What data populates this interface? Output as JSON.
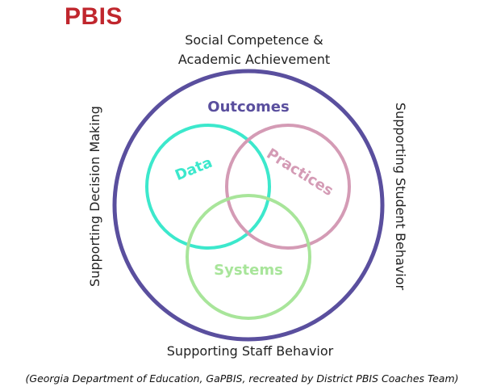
{
  "logo": "PBIS",
  "top_label": {
    "line1": "Social Competence &",
    "line2": "Academic Achievement"
  },
  "left_label": "Supporting Decision Making",
  "right_label": "Supporting Student Behavior",
  "bottom_label": "Supporting Staff Behavior",
  "outer_circle": {
    "label": "Outcomes",
    "color": "#5a4f9e"
  },
  "circles": {
    "data": {
      "label": "Data",
      "color": "#3ce8cc"
    },
    "practices": {
      "label": "Practices",
      "color": "#d49bb5"
    },
    "systems": {
      "label": "Systems",
      "color": "#a8e59a"
    }
  },
  "caption": "(Georgia Department of Education, GaPBIS, recreated by District PBIS Coaches Team)"
}
